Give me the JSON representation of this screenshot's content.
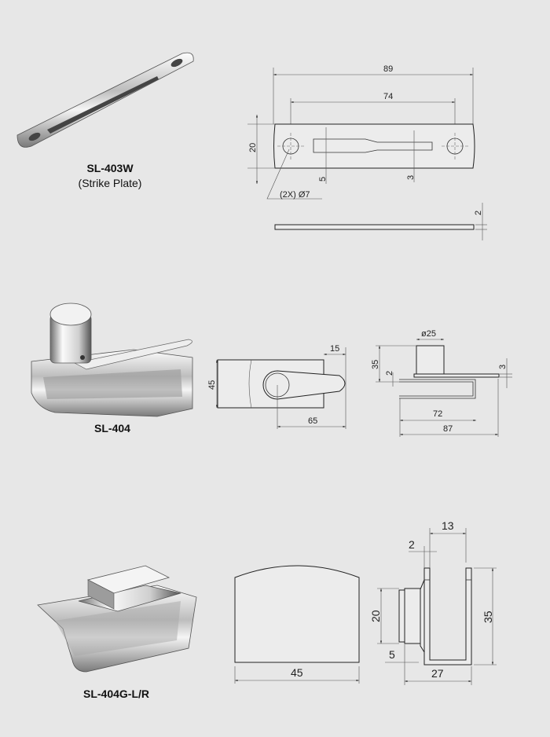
{
  "products": [
    {
      "model": "SL-403W",
      "subtitle": "(Strike Plate)",
      "dims": {
        "length": "89",
        "hole_spacing": "74",
        "width": "20",
        "slot_wide": "5",
        "slot_narrow": "3",
        "holes": "(2X) Ø7",
        "thickness": "2"
      }
    },
    {
      "model": "SL-404",
      "dims": {
        "width": "45",
        "tongue": "15",
        "reach": "65",
        "knob_dia": "ø25",
        "height": "35",
        "gap": "2",
        "plate": "3",
        "inner": "72",
        "overall": "87"
      }
    },
    {
      "model": "SL-404G-L/R",
      "dims": {
        "width": "45",
        "channel": "13",
        "wall": "2",
        "knob": "20",
        "height": "35",
        "knob_depth": "5",
        "depth": "27"
      }
    }
  ]
}
